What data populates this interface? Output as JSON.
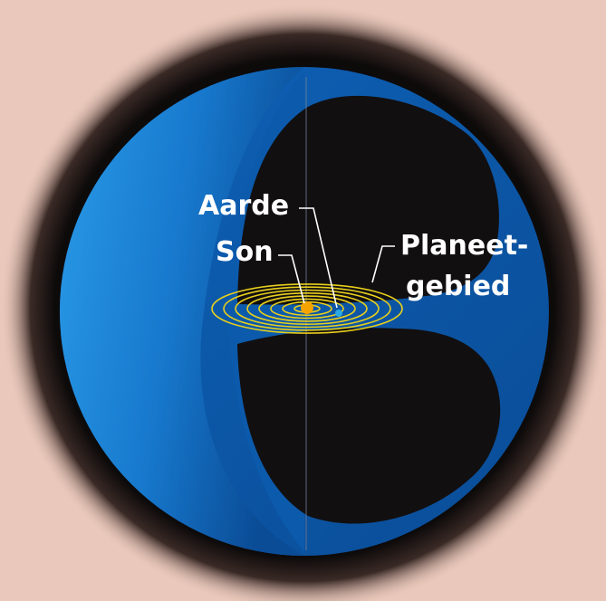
{
  "labels": {
    "earth": "Aarde",
    "sun": "Son",
    "planet_region_line1": "Planeet-",
    "planet_region_line2": "gebied"
  },
  "colors": {
    "background": "#eac8bb",
    "shell_light": "#1f8fe0",
    "shell_dark": "#0a4c96",
    "space": "#120f10",
    "orbit": "#e8cf1c",
    "sun": "#f5a300",
    "earth": "#29a9e6",
    "text": "#ffffff"
  },
  "orbit_count": 8
}
